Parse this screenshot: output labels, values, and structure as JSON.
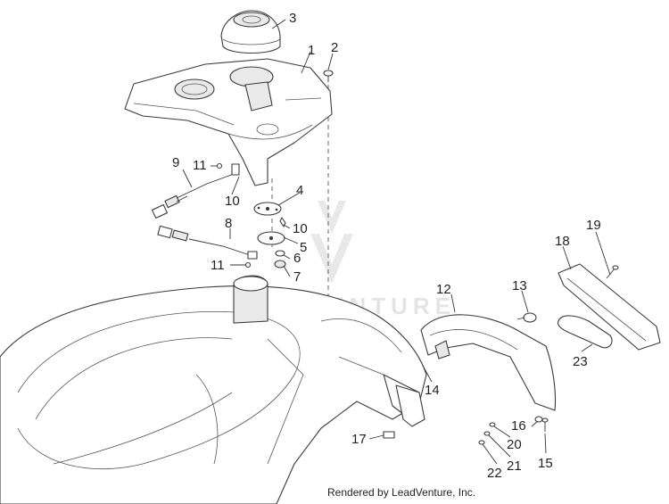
{
  "callouts": {
    "c1": "1",
    "c2": "2",
    "c3": "3",
    "c4": "4",
    "c5": "5",
    "c6": "6",
    "c7": "7",
    "c8": "8",
    "c9": "9",
    "c10a": "10",
    "c10b": "10",
    "c11a": "11",
    "c11b": "11",
    "c12": "12",
    "c13": "13",
    "c14": "14",
    "c15": "15",
    "c16": "16",
    "c17": "17",
    "c18": "18",
    "c19": "19",
    "c20": "20",
    "c21": "21",
    "c22": "22",
    "c23": "23"
  },
  "watermark": "LEADVENTURE",
  "credit": "Rendered by LeadVenture, Inc."
}
